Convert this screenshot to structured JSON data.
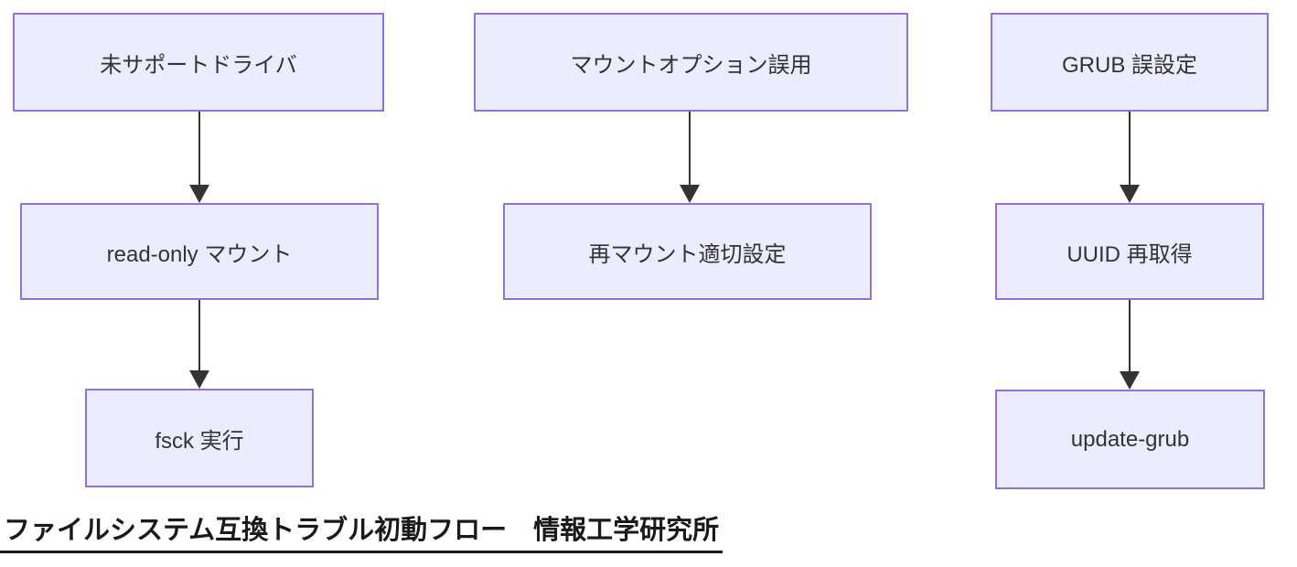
{
  "title": {
    "text": "ファイルシステム互換トラブル初動フロー　情報工学研究所"
  },
  "diagram": {
    "type": "flowchart-top-down",
    "columns": [
      {
        "nodes": [
          {
            "label": "未サポートドライバ"
          },
          {
            "label": "read-only マウント"
          },
          {
            "label": "fsck 実行"
          }
        ]
      },
      {
        "nodes": [
          {
            "label": "マウントオプション誤用"
          },
          {
            "label": "再マウント適切設定"
          }
        ]
      },
      {
        "nodes": [
          {
            "label": "GRUB 誤設定"
          },
          {
            "label": "UUID 再取得"
          },
          {
            "label": "update-grub"
          }
        ]
      }
    ],
    "edges": [
      {
        "from": "未サポートドライバ",
        "to": "read-only マウント"
      },
      {
        "from": "read-only マウント",
        "to": "fsck 実行"
      },
      {
        "from": "マウントオプション誤用",
        "to": "再マウント適切設定"
      },
      {
        "from": "GRUB 誤設定",
        "to": "UUID 再取得"
      },
      {
        "from": "UUID 再取得",
        "to": "update-grub"
      }
    ]
  },
  "colors": {
    "node_fill": "#ECECFF",
    "node_border": "#9370DB",
    "arrow": "#333333",
    "label_text": "#333333",
    "title_text": "#1A1A1A",
    "background": "#FFFFFF"
  }
}
